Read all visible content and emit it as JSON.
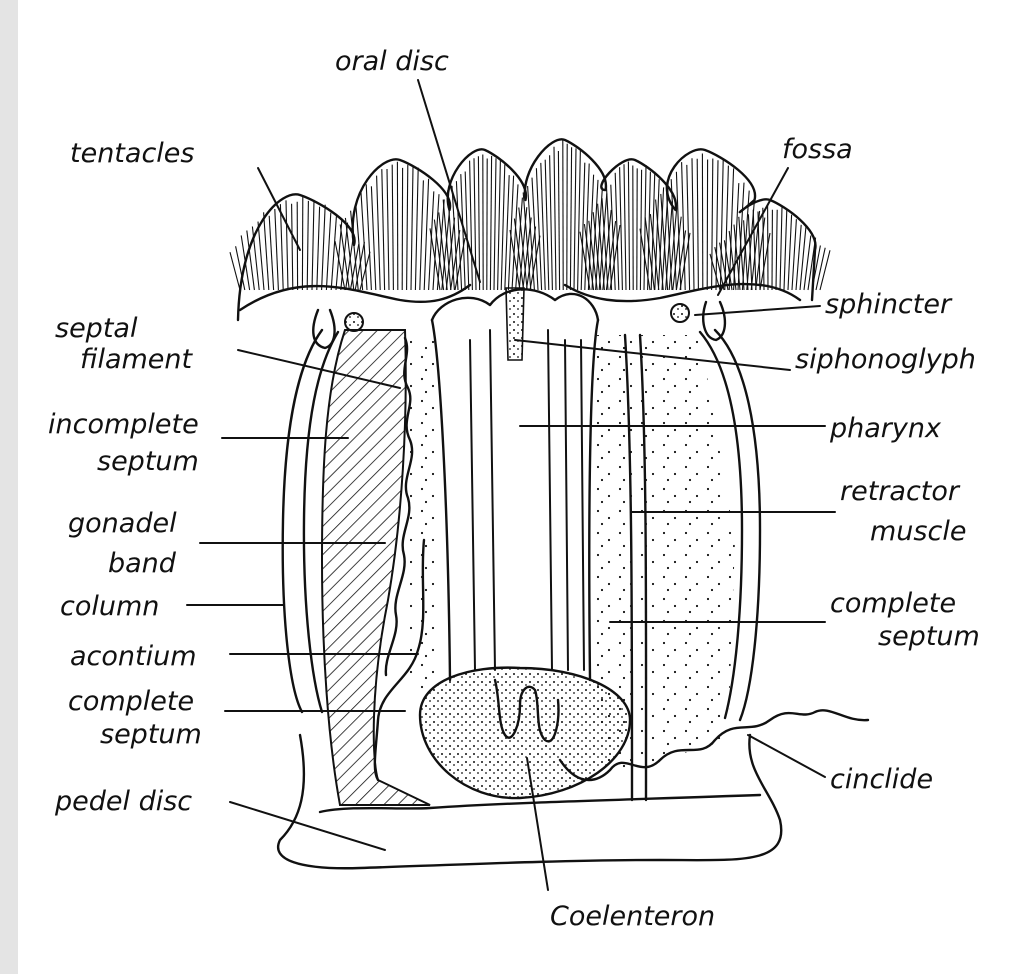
{
  "labels": {
    "oral_disc": "oral disc",
    "tentacles": "tentacles",
    "fossa": "fossa",
    "sphincter": "sphincter",
    "septal_filament_1": "septal",
    "septal_filament_2": "filament",
    "siphonoglyph": "siphonoglyph",
    "incomplete_septum_1": "incomplete",
    "incomplete_septum_2": "septum",
    "pharynx": "pharynx",
    "retractor_muscle_1": "retractor",
    "retractor_muscle_2": "muscle",
    "gonadal_band_1": "gonadel",
    "gonadal_band_2": "band",
    "column": "column",
    "complete_septum_right_1": "complete",
    "complete_septum_right_2": "septum",
    "acontium": "acontium",
    "complete_septum_left_1": "complete",
    "complete_septum_left_2": "septum",
    "cinclide": "cinclide",
    "pedal_disc": "pedel disc",
    "coelenteron": "Coelenteron"
  },
  "colors": {
    "ink": "#111111",
    "paper": "#ffffff",
    "frame_shadow": "#e4e4e4"
  }
}
